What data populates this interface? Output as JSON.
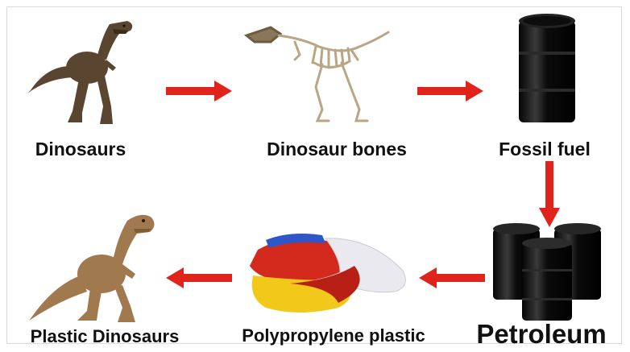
{
  "stages": {
    "dinosaurs": "Dinosaurs",
    "dinosaur_bones": "Dinosaur bones",
    "fossil_fuel": "Fossil fuel",
    "petroleum": "Petroleum",
    "polypropylene_plastic": "Polypropylene plastic",
    "plastic_dinosaurs": "Plastic Dinosaurs"
  },
  "colors": {
    "arrow": "#e0231b",
    "text": "#111111",
    "barrel": "#141414",
    "dino_brown": "#5a4630",
    "plastic_tan": "#a07a4e",
    "bone": "#c8b89a",
    "pellet_red": "#d42a1e",
    "pellet_yellow": "#f2c81a",
    "pellet_blue": "#2f56c8",
    "pellet_white": "#e9e9ef"
  }
}
